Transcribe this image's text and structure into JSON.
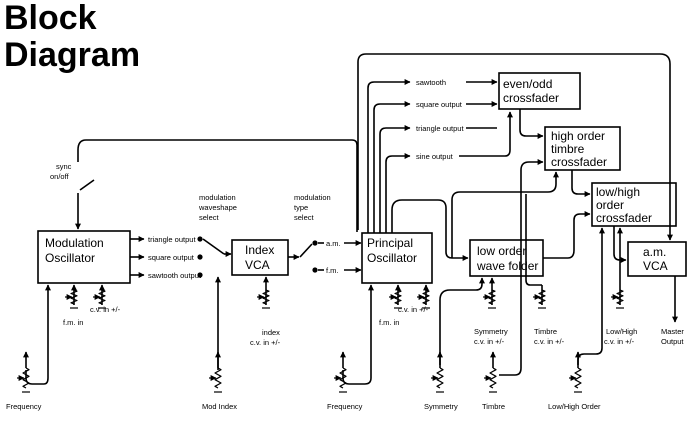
{
  "title": {
    "line1": "Block",
    "line2": "Diagram"
  },
  "blocks": {
    "modulation_oscillator": [
      "Modulation",
      "Oscillator"
    ],
    "index_vca": [
      "Index",
      "VCA"
    ],
    "principal_oscillator": [
      "Principal",
      "Oscillator"
    ],
    "even_odd_crossfader": [
      "even/odd",
      "crossfader"
    ],
    "high_order_timbre_crossfader": [
      "high order",
      "timbre",
      "crossfader"
    ],
    "low_high_order_crossfader": [
      "low/high",
      "order",
      "crossfader"
    ],
    "low_order_wave_folder": [
      "low order",
      "wave folder"
    ],
    "am_vca": [
      "a.m.",
      "VCA"
    ]
  },
  "labels": {
    "sync": [
      "sync",
      "on/off"
    ],
    "mod_outputs": [
      "triangle output",
      "square output",
      "sawtooth output"
    ],
    "mod_waveshape": [
      "modulation",
      "waveshape",
      "select"
    ],
    "mod_type": [
      "modulation",
      "type",
      "select"
    ],
    "am": "a.m.",
    "fm": "f.m.",
    "principal_outputs": [
      "sawtooth",
      "square output",
      "triangle output",
      "sine output"
    ],
    "mod_osc_cv": "c.v. in +/-",
    "mod_osc_fm": "f.m. in",
    "index_cv": [
      "index",
      "c.v. in +/-"
    ],
    "principal_cv": "c.v. in +/-",
    "principal_fm": "f.m. in",
    "symmetry_cv": [
      "Symmetry",
      "c.v. in +/-"
    ],
    "timbre_cv": [
      "Timbre",
      "c.v. in +/-"
    ],
    "low_high_cv": [
      "Low/High",
      "c.v. in +/-"
    ],
    "master_output": [
      "Master",
      "Output"
    ]
  },
  "knobs": [
    "Frequency",
    "Mod Index",
    "Frequency",
    "Symmetry",
    "Timbre",
    "Low/High Order"
  ]
}
